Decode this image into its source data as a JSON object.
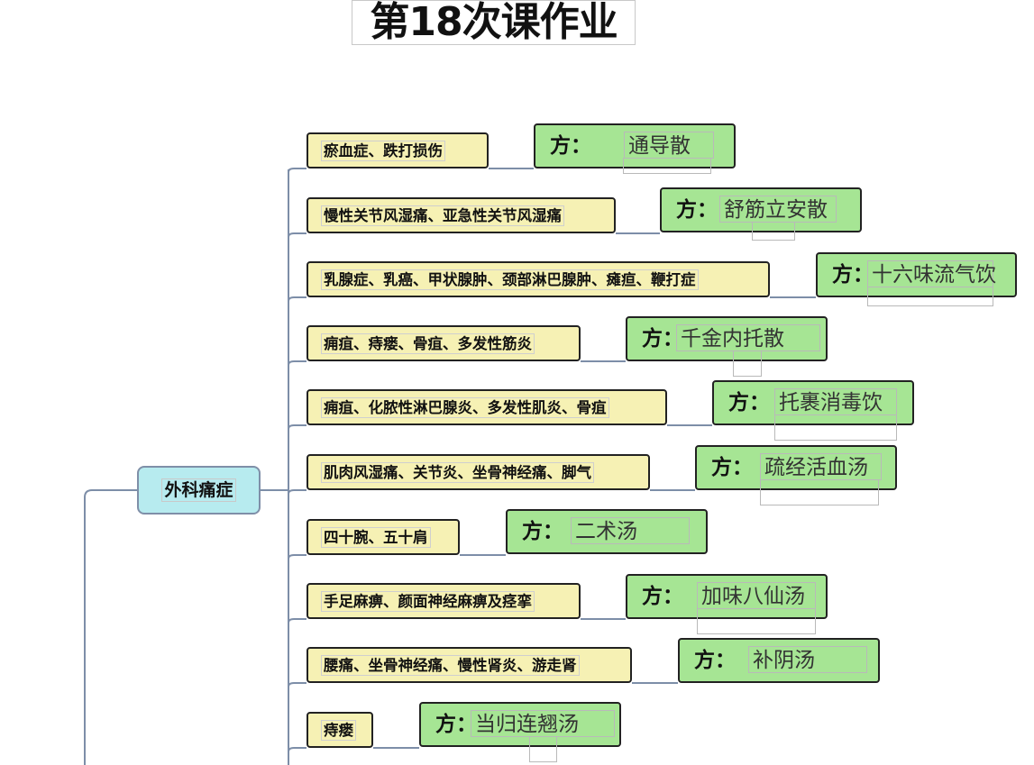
{
  "title": "第18次课作业",
  "root": {
    "label": "外科痛症"
  },
  "rx_prefix": "方：",
  "branches": [
    {
      "condition": "瘀血症、跌打损伤",
      "prescription": "通导散"
    },
    {
      "condition": "慢性关节风湿痛、亚急性关节风湿痛",
      "prescription": "舒筋立安散"
    },
    {
      "condition": "乳腺症、乳癌、甲状腺肿、颈部淋巴腺肿、瘫疸、鞭打症",
      "prescription": "十六味流气饮"
    },
    {
      "condition": "痈疽、痔瘘、骨疽、多发性筋炎",
      "prescription": "千金内托散"
    },
    {
      "condition": "痈疽、化脓性淋巴腺炎、多发性肌炎、骨疽",
      "prescription": "托裹消毒饮"
    },
    {
      "condition": "肌肉风湿痛、关节炎、坐骨神经痛、脚气",
      "prescription": "疏经活血汤"
    },
    {
      "condition": "四十腕、五十肩",
      "prescription": "二术汤"
    },
    {
      "condition": "手足麻痹、颜面神经麻痹及痉挛",
      "prescription": "加味八仙汤"
    },
    {
      "condition": "腰痛、坐骨神经痛、慢性肾炎、游走肾",
      "prescription": "补阴汤"
    },
    {
      "condition": "痔瘘",
      "prescription": "当归连翘汤"
    }
  ]
}
